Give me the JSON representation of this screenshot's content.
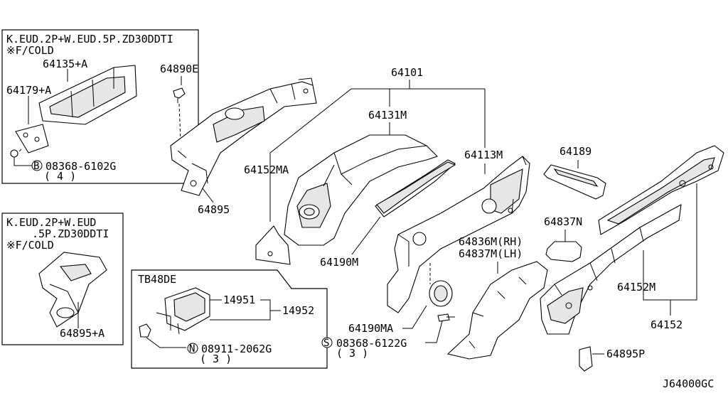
{
  "inset1": {
    "header_line1": "K.EUD.2P+W.EUD.5P.ZD30DDTI",
    "header_line2": "※F/COLD",
    "part_a": "64135+A",
    "part_b": "64179+A",
    "fastener_symbol": "B",
    "fastener_part": "08368-6102G",
    "fastener_qty": "( 4 )"
  },
  "inset2": {
    "header_line1": "K.EUD.2P+W.EUD",
    "header_line2": ".5P.ZD30DDTI",
    "header_line3": "※F/COLD",
    "part": "64895+A"
  },
  "inset3": {
    "header": "TB48DE",
    "part_a": "14951",
    "part_b": "14952",
    "fastener_symbol": "N",
    "fastener_part": "08911-2062G",
    "fastener_qty": "( 3 )"
  },
  "labels": {
    "p64890E": "64890E",
    "p64895": "64895",
    "p64101": "64101",
    "p64131M": "64131M",
    "p64152MA": "64152MA",
    "p64113M": "64113M",
    "p64190M": "64190M",
    "p64189": "64189",
    "p64837N": "64837N",
    "p64836M": "64836M(RH)",
    "p64837M": "64837M(LH)",
    "p64190MA": "64190MA",
    "p64152M": "64152M",
    "p64152": "64152",
    "p64895P": "64895P",
    "screw_symbol": "S",
    "screw_part": "08368-6122G",
    "screw_qty": "( 3 )"
  },
  "diagram_code": "J64000GC"
}
